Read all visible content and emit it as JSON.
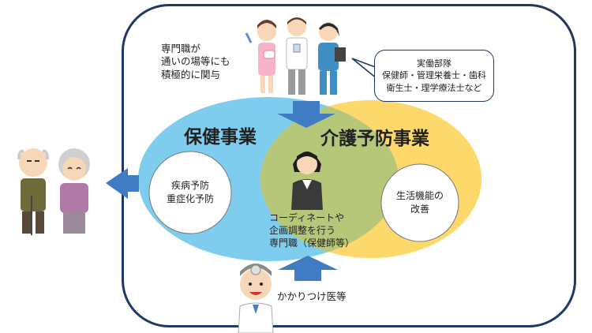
{
  "specialists_note": [
    "専門職が",
    "通いの場等にも",
    "積極的に関与"
  ],
  "bubble": [
    "実働部隊",
    "保健師・管理栄養士・歯科",
    "衛生士・理学療法士など"
  ],
  "health_project_title": "保健事業",
  "care_prevention_title": "介護予防事業",
  "health_items": [
    "疾病予防",
    "重症化予防"
  ],
  "care_items": [
    "生活機能の",
    "改善"
  ],
  "coordinator": [
    "コーディネートや",
    "企画調整を行う",
    "専門職（保健師等）"
  ],
  "family_doctor": "かかりつけ医等",
  "colors": {
    "health_circle": "#7ecdef",
    "care_circle": "#fdd86a",
    "overlap": "#b6c77a",
    "arrow": "#3f7cc4",
    "frame": "#1f3864"
  }
}
